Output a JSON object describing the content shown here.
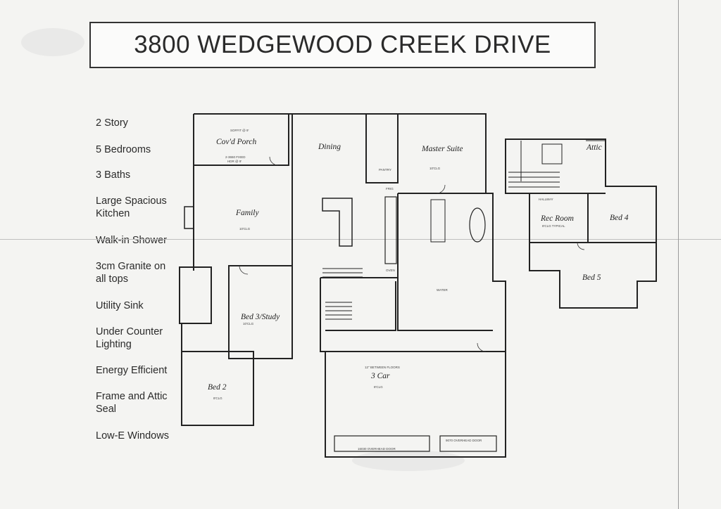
{
  "title": "3800 WEDGEWOOD CREEK DRIVE",
  "features": [
    "2 Story",
    "5 Bedrooms",
    "3 Baths",
    "Large Spacious Kitchen",
    "Walk-in Shower",
    "3cm Granite on all tops",
    "Utility Sink",
    "Under Counter Lighting",
    "Energy Efficient",
    "Frame and Attic Seal",
    "Low-E Windows"
  ],
  "rooms": {
    "porch": "Cov'd Porch",
    "dining": "Dining",
    "master": "Master Suite",
    "family": "Family",
    "bed3": "Bed 3/Study",
    "bed2": "Bed 2",
    "garage": "3 Car",
    "rec": "Rec Room",
    "bed4": "Bed 4",
    "bed5": "Bed 5",
    "attic": "Attic"
  },
  "notes": {
    "porch_soffit": "SOFFIT @ 9'",
    "porch_fixed": "2-3650 FIXED",
    "porch_hdr": "HDR @ 9'",
    "family_clg": "10'CLG",
    "master_clg": "10'CLG",
    "bed3_clg": "10'CLG",
    "bed2_clg": "8'CLG",
    "garage_between": "12\" BETWEEN FLOORS",
    "garage_clg": "8'CLG",
    "garage_door1": "16030 OVERHEAD DOOR",
    "garage_door2": "9070 OVERHEAD DOOR",
    "rec_clg": "8'CLG TYPICAL",
    "pantry": "PANTRY",
    "frig": "FRIG",
    "oven": "OVEN",
    "water": "WATER",
    "hallway": "HALLWAY"
  }
}
